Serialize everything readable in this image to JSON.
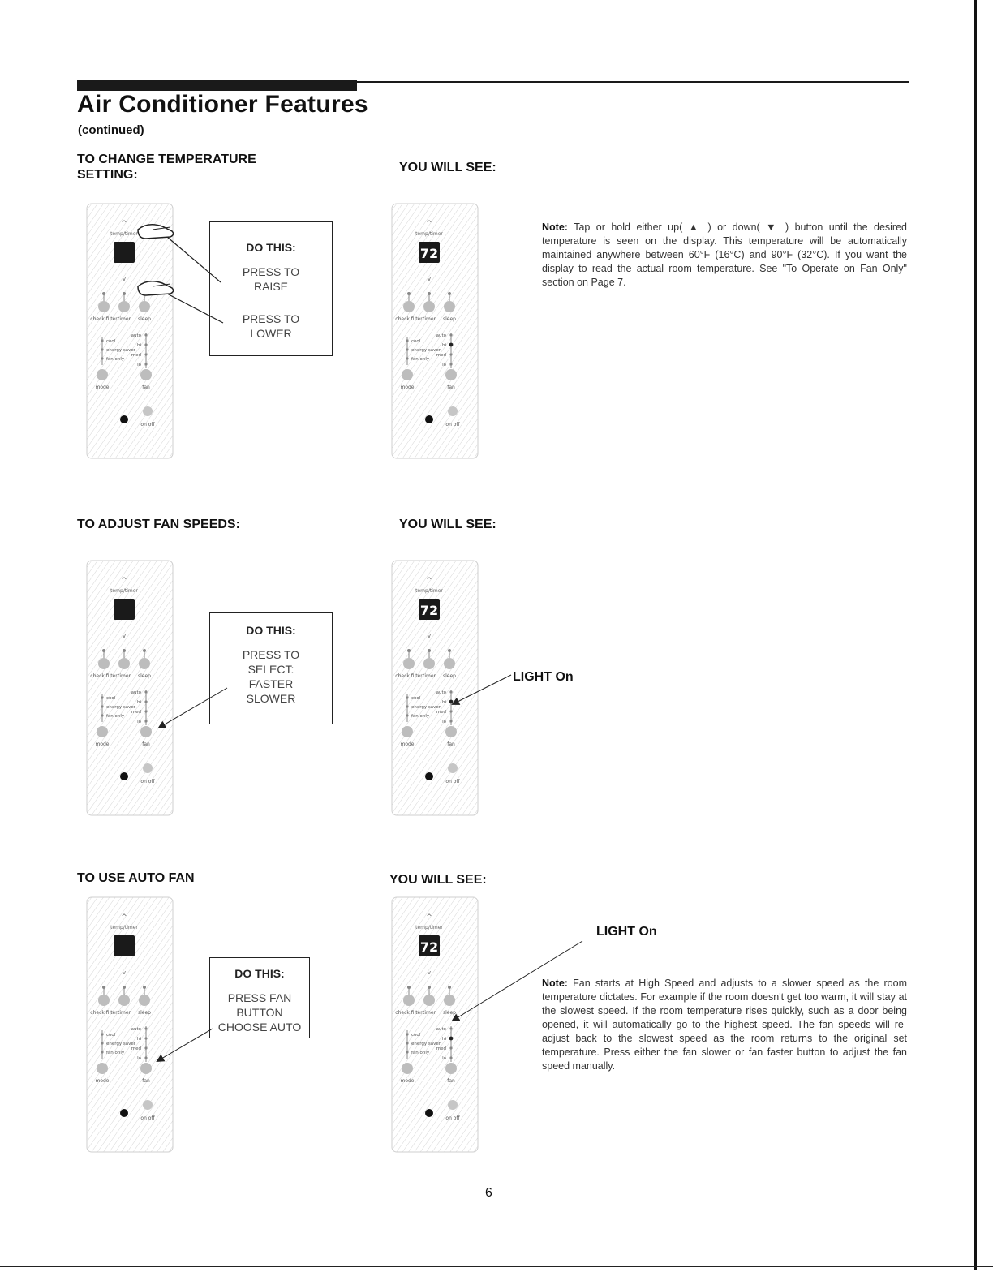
{
  "header": {
    "title": "Air Conditioner Features",
    "subtitle": "(continued)"
  },
  "sections": [
    {
      "heading": "TO CHANGE TEMPERATURE SETTING:",
      "see_heading": "YOU WILL SEE:",
      "callout": {
        "title": "DO THIS:",
        "lines": [
          "PRESS TO\nRAISE",
          "PRESS TO\nLOWER"
        ]
      },
      "note_label": "Note:",
      "note_text": "Tap or hold either up( ▲ ) or down( ▼ ) button until the desired temperature is seen on the display. This temperature will be automatically maintained anywhere between 60°F (16°C) and 90°F (32°C). If you want the display to read the actual room temperature. See \"To Operate on Fan Only\" section on Page 7."
    },
    {
      "heading": "TO ADJUST FAN SPEEDS:",
      "see_heading": "YOU WILL SEE:",
      "callout": {
        "title": "DO THIS:",
        "lines": [
          "PRESS TO\nSELECT:\nFASTER\nSLOWER"
        ]
      },
      "light_label": "LIGHT On"
    },
    {
      "heading": "TO USE AUTO FAN",
      "see_heading": "YOU WILL SEE:",
      "callout": {
        "title": "DO THIS:",
        "lines": [
          "PRESS FAN\nBUTTON\nCHOOSE AUTO"
        ]
      },
      "light_label": "LIGHT On",
      "note_label": "Note:",
      "note_text": "Fan starts at High Speed and adjusts to a slower speed as the room temperature dictates. For example if the room doesn't get too warm, it will stay at the slowest speed. If the room temperature rises quickly, such as a door being opened, it will automatically go to the highest speed. The fan speeds will re-adjust back to the slowest speed as the room returns to the original set temperature. Press either the fan slower or fan faster button to adjust the fan speed manually."
    }
  ],
  "remote": {
    "temp_label": "temp/timer",
    "display_value": "72",
    "up_symbol": "^",
    "down_symbol": "v",
    "buttons_top": [
      "check filter",
      "timer",
      "sleep"
    ],
    "mode_options": [
      "cool",
      "energy saver",
      "fan only"
    ],
    "fan_options": [
      "auto",
      "hi",
      "med",
      "lo"
    ],
    "mode_label": "mode",
    "fan_label": "fan",
    "power_label": "on off"
  },
  "footer": {
    "page_number": "6"
  }
}
